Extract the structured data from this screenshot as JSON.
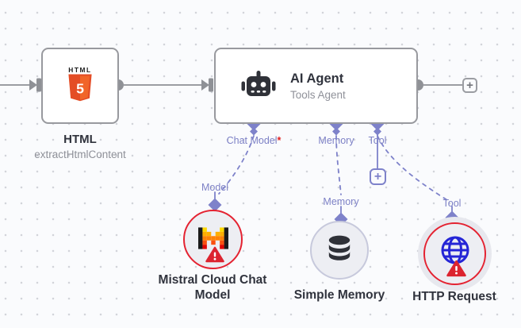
{
  "workflow": {
    "nodes": {
      "html": {
        "title": "HTML",
        "subtitle": "extractHtmlContent",
        "icon": "html5-icon"
      },
      "ai_agent": {
        "title": "AI Agent",
        "subtitle": "Tools Agent",
        "icon": "robot-icon"
      },
      "mistral": {
        "label": "Mistral Cloud Chat Model",
        "icon": "mistral-logo-icon",
        "status": "error"
      },
      "simple_memory": {
        "label": "Simple Memory",
        "icon": "database-icon"
      },
      "http_request": {
        "label": "HTTP Request",
        "icon": "globe-icon",
        "status": "error"
      }
    },
    "agent_connectors": {
      "chat_model": {
        "label": "Chat Model",
        "required_marker": "*"
      },
      "memory": {
        "label": "Memory"
      },
      "tool": {
        "label": "Tool"
      }
    },
    "sub_connectors": {
      "model": {
        "label": "Model"
      },
      "memory": {
        "label": "Memory"
      },
      "tool": {
        "label": "Tool"
      }
    },
    "buttons": {
      "add_output": "+",
      "add_tool": "+"
    }
  },
  "colors": {
    "canvas_bg": "#fafbfd",
    "grid_dot": "#d2d4da",
    "node_border": "#98999e",
    "node_bg": "#ffffff",
    "edge": "#9b9da2",
    "port": "#8f9196",
    "accent_purple": "#7e82ca",
    "label_purple": "#7d81c6",
    "error_red": "#e42231",
    "warn_red": "#dc2430",
    "title_dark": "#30333d",
    "sub_gray": "#8f9199",
    "circle_fill": "#edeef3",
    "halo_gray": "#e7e8ee",
    "memory_border": "#c7c9dc",
    "icon_dark": "#2f3138",
    "globe_blue": "#2525d6",
    "required_red": "#e02020"
  }
}
